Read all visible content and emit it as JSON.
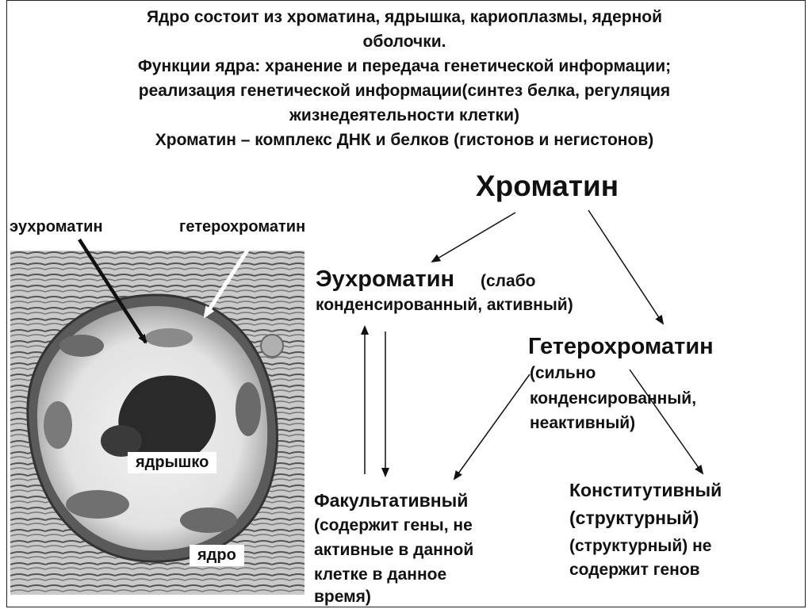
{
  "intro": {
    "lines": [
      "Ядро состоит из хроматина, ядрышка, кариоплазмы, ядерной",
      "оболочки.",
      "Функции ядра: хранение и передача генетической информации;",
      "реализация генетической информации(синтез белка, регуляция",
      "жизнедеятельности клетки)",
      "Хроматин – комплекс ДНК и белков (гистонов и негистонов)"
    ]
  },
  "image_labels": {
    "euchromatin": "эухроматин",
    "heterochromatin": "гетерохроматин",
    "nucleolus": "ядрышко",
    "nucleus": "ядро"
  },
  "tree": {
    "root": "Хроматин",
    "eu_title": "Эухроматин",
    "eu_desc_1": "(слабо",
    "eu_desc_2": "конденсированный, активный)",
    "hetero_title": "Гетерохроматин",
    "hetero_desc_1": "(сильно",
    "hetero_desc_2": "конденсированный,",
    "hetero_desc_3": "неактивный)",
    "facult_title": "Факультативный",
    "facult_desc_1": "(содержит гены, не",
    "facult_desc_2": "активные в данной",
    "facult_desc_3": "клетке в данное",
    "facult_desc_4": "время)",
    "const_title_1": "Конститутивный",
    "const_title_2": "(структурный)",
    "const_desc_1": "(структурный) не",
    "const_desc_2": "содержит генов"
  }
}
